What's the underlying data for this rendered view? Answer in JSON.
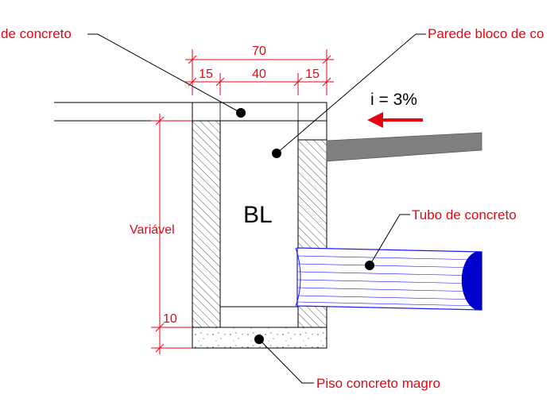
{
  "labels": {
    "cover": "de concreto",
    "wall": "Parede bloco de co",
    "pipe": "Tubo de concreto",
    "floor": "Piso concreto magro",
    "box": "BL",
    "slope": "i = 3%",
    "height": "Variável"
  },
  "dimensions": {
    "total_width": "70",
    "wall_left": "15",
    "inner": "40",
    "wall_right": "15",
    "floor_thickness": "10"
  },
  "colors": {
    "annotation": "#e30613",
    "arrow": "#e30613",
    "pipe": "#1a1aff",
    "pipe_end": "#0000cc",
    "hatch": "#555555",
    "line": "#000000",
    "ground": "#7f7f7f"
  }
}
